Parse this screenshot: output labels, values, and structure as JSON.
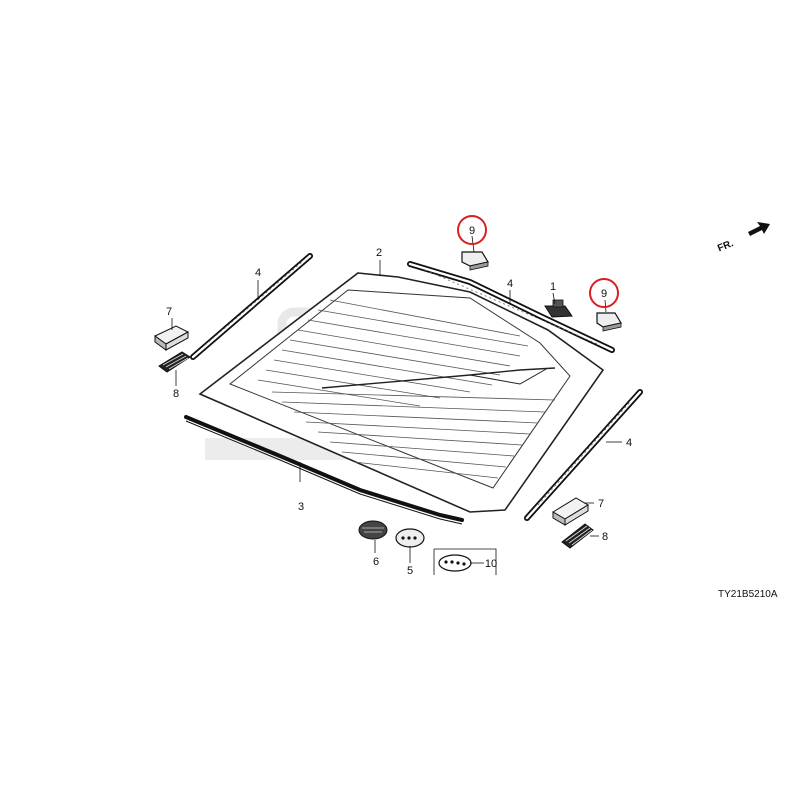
{
  "diagram": {
    "diagram_code": "TY21B5210A",
    "direction_label": "FR.",
    "highlight_color": "#d9201e",
    "callouts": [
      {
        "id": "c1",
        "label": "1",
        "part": "bracket-clip",
        "highlighted": false
      },
      {
        "id": "c2",
        "label": "2",
        "part": "rear-windshield-glass",
        "highlighted": false
      },
      {
        "id": "c3",
        "label": "3",
        "part": "lower-dam-rubber",
        "highlighted": false
      },
      {
        "id": "c4a",
        "label": "4",
        "part": "left-side-molding",
        "highlighted": false
      },
      {
        "id": "c4b",
        "label": "4",
        "part": "upper-molding",
        "highlighted": false
      },
      {
        "id": "c4c",
        "label": "4",
        "part": "right-side-molding",
        "highlighted": false
      },
      {
        "id": "c5",
        "label": "5",
        "part": "fastener-seal",
        "highlighted": false
      },
      {
        "id": "c6",
        "label": "6",
        "part": "fastener-pad",
        "highlighted": false
      },
      {
        "id": "c7a",
        "label": "7",
        "part": "left-spacer-block",
        "highlighted": false
      },
      {
        "id": "c7b",
        "label": "7",
        "part": "right-spacer-block",
        "highlighted": false
      },
      {
        "id": "c8a",
        "label": "8",
        "part": "left-fastener-strip",
        "highlighted": false
      },
      {
        "id": "c8b",
        "label": "8",
        "part": "right-fastener-strip",
        "highlighted": false
      },
      {
        "id": "c9a",
        "label": "9",
        "part": "upper-clip",
        "highlighted": true
      },
      {
        "id": "c9b",
        "label": "9",
        "part": "upper-right-clip",
        "highlighted": true
      },
      {
        "id": "c10",
        "label": "10",
        "part": "fastener-set",
        "highlighted": false
      }
    ]
  }
}
